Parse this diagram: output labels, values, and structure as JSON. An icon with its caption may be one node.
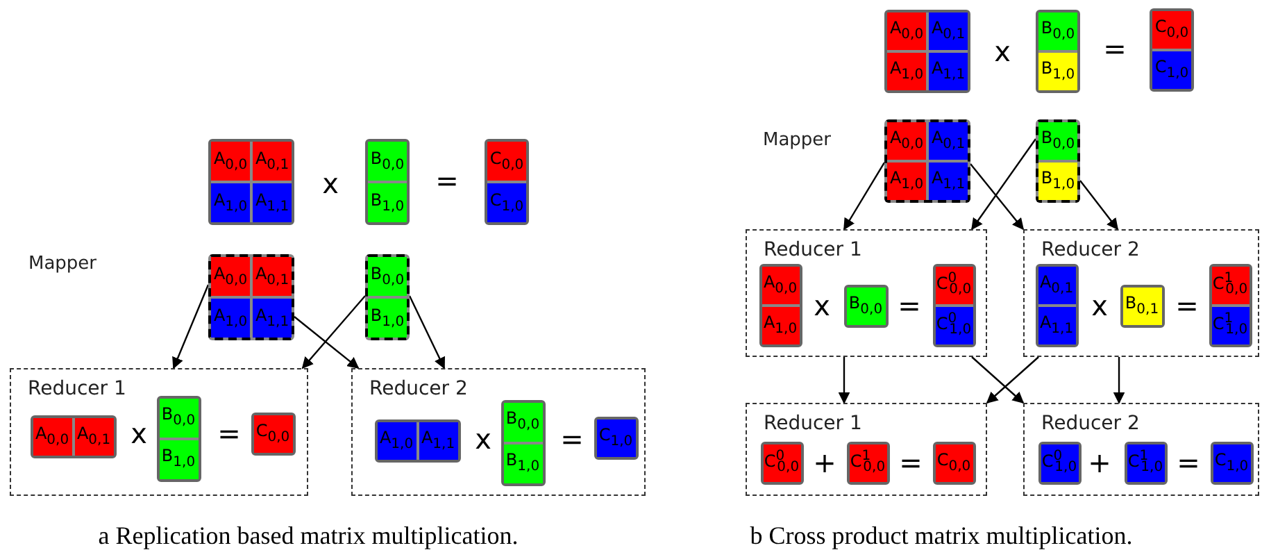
{
  "diagram": {
    "nodes": [
      {
        "text": [
          "A$_{0,0}$",
          "A$_{0,1}$",
          "A$_{1,0}$",
          "A$_{1,1}$"
        ]
      },
      {
        "text": [
          "B$_{0,0}$",
          "B$_{1,0}$"
        ]
      },
      {
        "text": [
          "C$_{0,0}$",
          "C$_{1,0}$"
        ]
      },
      {
        "text": [
          "A$_{0,0}$",
          "A$_{0,1}$",
          "A$_{1,0}$",
          "A$_{1,1}$"
        ]
      },
      {
        "text": [
          "B$_{0,0}$",
          "B$_{1,0}$"
        ]
      },
      {
        "text": [
          "Reducer 1"
        ]
      },
      {
        "text": [
          "A$_{0,0}$",
          "A$_{0,1}$"
        ],
        "in": 5
      },
      {
        "text": [
          "B$_{0,0}$",
          "B$_{1,0}$"
        ],
        "in": 5
      },
      {
        "text": [
          "C$_{0,0}$"
        ],
        "in": 5
      },
      {
        "text": [
          "Reducer 2"
        ]
      },
      {
        "text": [
          "A$_{1,0}$",
          "A$_{1,1}$"
        ],
        "in": 9
      },
      {
        "text": [
          "B$_{0,0}$",
          "B$_{1,0}$"
        ],
        "in": 9
      },
      {
        "text": [
          "C$_{1,0}$"
        ],
        "in": 9
      },
      {
        "text": [
          "A$_{0,0}$",
          "A$_{0,1}$",
          "A$_{1,0}$",
          "A$_{1,1}$"
        ]
      },
      {
        "text": [
          "B$_{0,0}$",
          "B$_{1,0}$"
        ]
      },
      {
        "text": [
          "C$_{0,0}$",
          "C$_{1,0}$"
        ]
      },
      {
        "text": [
          "A$_{0,0}$",
          "A$_{0,1}$",
          "A$_{1,0}$",
          "A$_{1,1}$"
        ]
      },
      {
        "text": [
          "B$_{0,0}$",
          "B$_{1,0}$"
        ]
      },
      {
        "text": [
          "Reducer 1"
        ]
      },
      {
        "text": [
          "A$_{0,0}$",
          "A$_{1,0}$"
        ],
        "in": 18
      },
      {
        "text": [
          "B$_{0,0}$"
        ],
        "in": 18
      },
      {
        "text": [
          "C$^{0}$$_{0,0}$",
          "C$^{0}$$_{1,0}$"
        ],
        "in": 18
      },
      {
        "text": [
          "Reducer 2"
        ]
      },
      {
        "text": [
          "A$_{0,1}$",
          "A$_{1,1}$"
        ],
        "in": 22
      },
      {
        "text": [
          "B$_{0,1}$"
        ],
        "in": 22
      },
      {
        "text": [
          "C$^{1}$$_{0,0}$",
          "C$^{1}$$_{1,0}$"
        ],
        "in": 22
      },
      {
        "text": [
          "Reducer 1"
        ]
      },
      {
        "text": [
          "C$^{0}$$_{0,0}$"
        ],
        "in": 26
      },
      {
        "text": [
          "C$^{1}$$_{0,0}$"
        ],
        "in": 26
      },
      {
        "text": [
          "C$_{0,0}$"
        ],
        "in": 26
      },
      {
        "text": [
          "Reducer 2"
        ]
      },
      {
        "text": [
          "C$^{0}$$_{1,0}$"
        ],
        "in": 30
      },
      {
        "text": [
          "C$^{1}$$_{1,0}$"
        ],
        "in": 30
      },
      {
        "text": [
          "C$_{1,0}$"
        ],
        "in": 30
      }
    ],
    "edges": [
      {
        "from": 3,
        "to": 5,
        "arrow": "to"
      },
      {
        "from": 3,
        "to": 9,
        "arrow": "to"
      },
      {
        "from": 4,
        "to": 5,
        "arrow": "to"
      },
      {
        "from": 4,
        "to": 9,
        "arrow": "to"
      },
      {
        "from": 16,
        "to": 18,
        "arrow": "to"
      },
      {
        "from": 16,
        "to": 22,
        "arrow": "to"
      },
      {
        "from": 17,
        "to": 18,
        "arrow": "to"
      },
      {
        "from": 17,
        "to": 22,
        "arrow": "to"
      },
      {
        "from": 18,
        "to": 26,
        "arrow": "to"
      },
      {
        "from": 18,
        "to": 30,
        "arrow": "to"
      },
      {
        "from": 22,
        "to": 26,
        "arrow": "to"
      },
      {
        "from": 22,
        "to": 30,
        "arrow": "to"
      }
    ],
    "labels": [
      "x",
      "=",
      "Mapper",
      "x",
      "=",
      "x",
      "=",
      "a Replication based matrix multiplication.",
      "x",
      "=",
      "Mapper",
      "x",
      "=",
      "x",
      "=",
      "+",
      "=",
      "+",
      "=",
      "b Cross product matrix multiplication."
    ]
  }
}
